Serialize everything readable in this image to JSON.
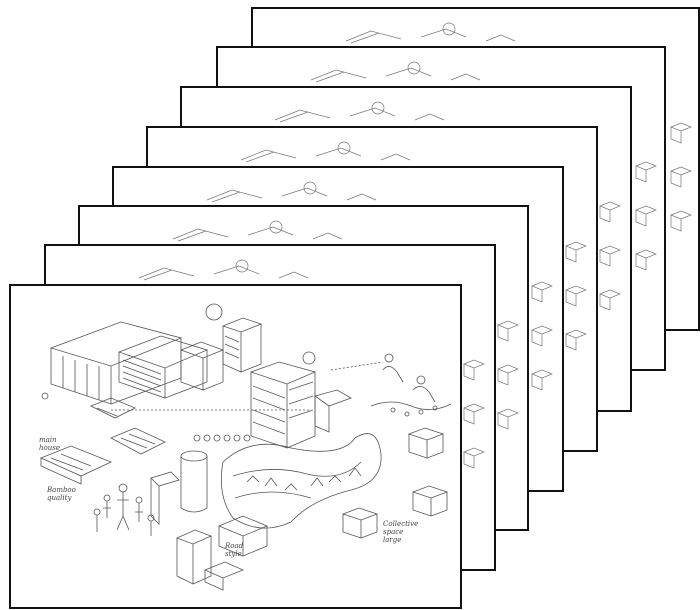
{
  "view": {
    "kind": "stacked-sheets",
    "sheet_count": 8,
    "line_color": "#111111",
    "drawing_color": "#555555"
  },
  "annotations": {
    "label_a": "main\nhouse",
    "label_b": "Bamboo\nquality",
    "label_c": "Road\nstyle",
    "label_d": "Collective\nspace\nlarge"
  }
}
